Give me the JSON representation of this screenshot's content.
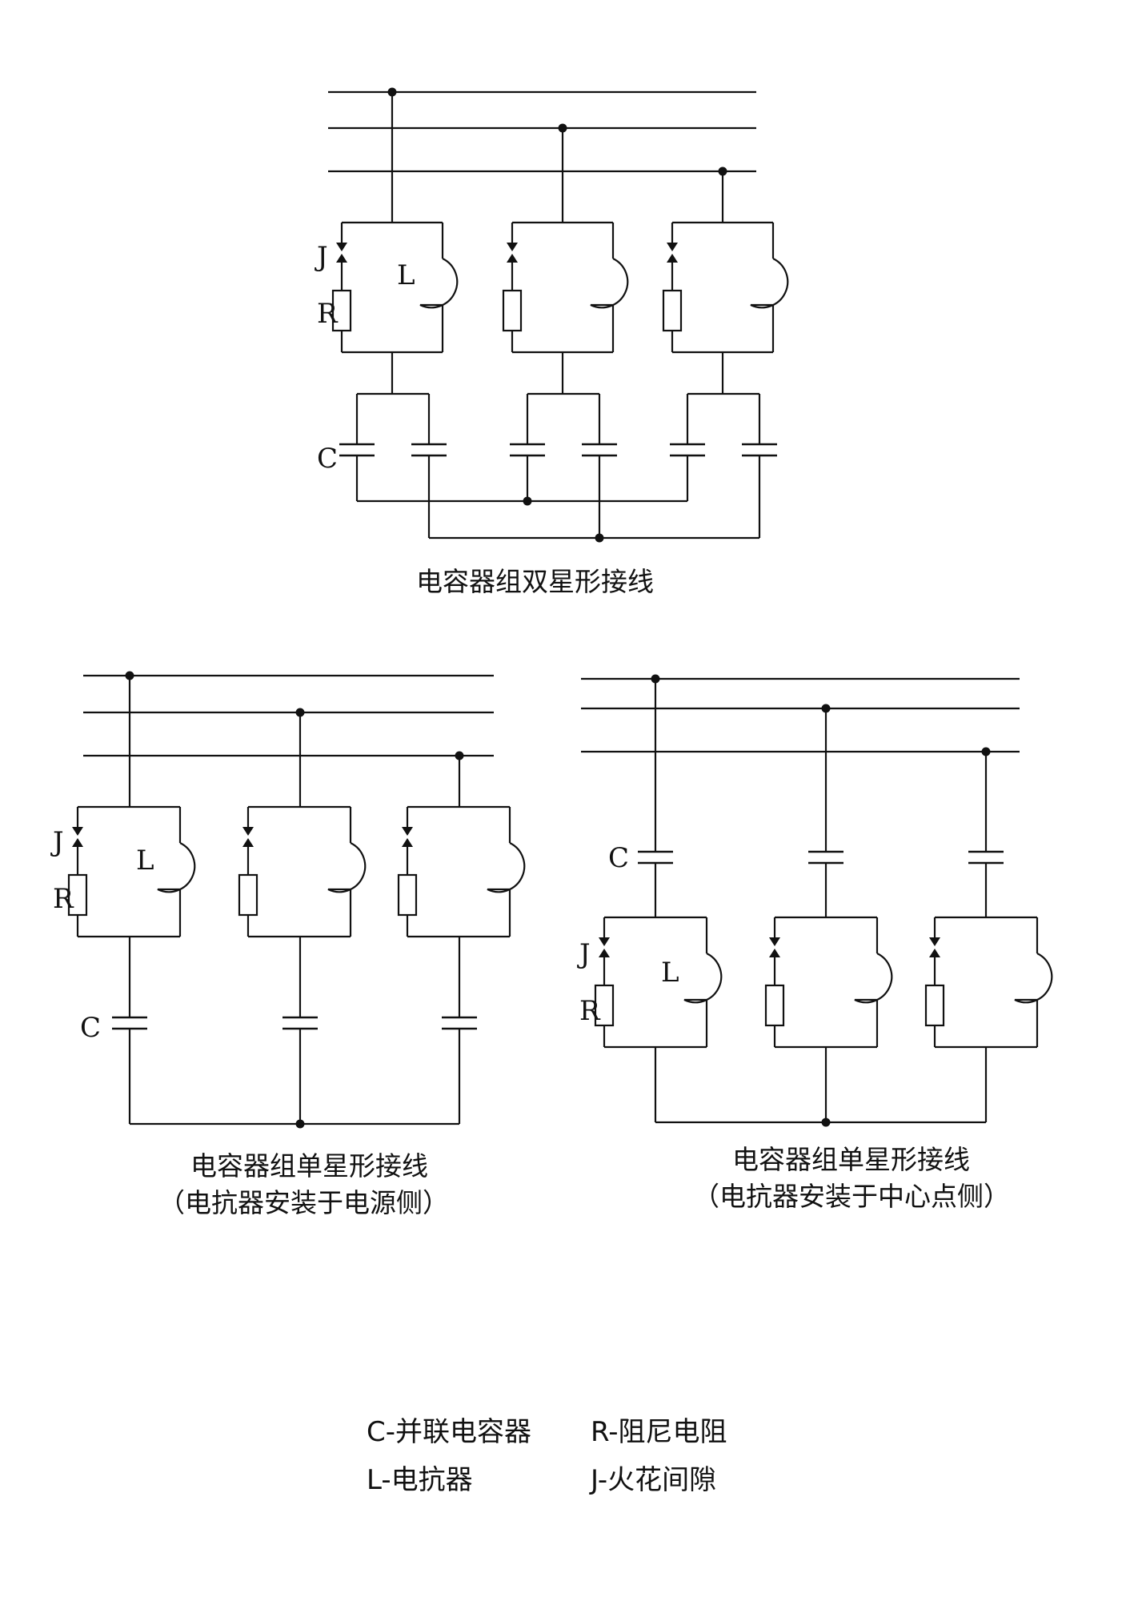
{
  "diagrams": [
    {
      "id": "double-star",
      "caption_line1": "电容器组双星形接线",
      "caption_line2": "",
      "labels": {
        "J": "J",
        "R": "R",
        "L": "L",
        "C": "C"
      }
    },
    {
      "id": "single-star-source",
      "caption_line1": "电容器组单星形接线",
      "caption_line2": "（电抗器安装于电源侧）",
      "labels": {
        "J": "J",
        "R": "R",
        "L": "L",
        "C": "C"
      }
    },
    {
      "id": "single-star-neutral",
      "caption_line1": "电容器组单星形接线",
      "caption_line2": "（电抗器安装于中心点侧）",
      "labels": {
        "J": "J",
        "R": "R",
        "L": "L",
        "C": "C"
      }
    }
  ],
  "legend": {
    "c": "C-并联电容器",
    "r": "R-阻尼电阻",
    "l": "L-电抗器",
    "j": "J-火花间隙"
  }
}
